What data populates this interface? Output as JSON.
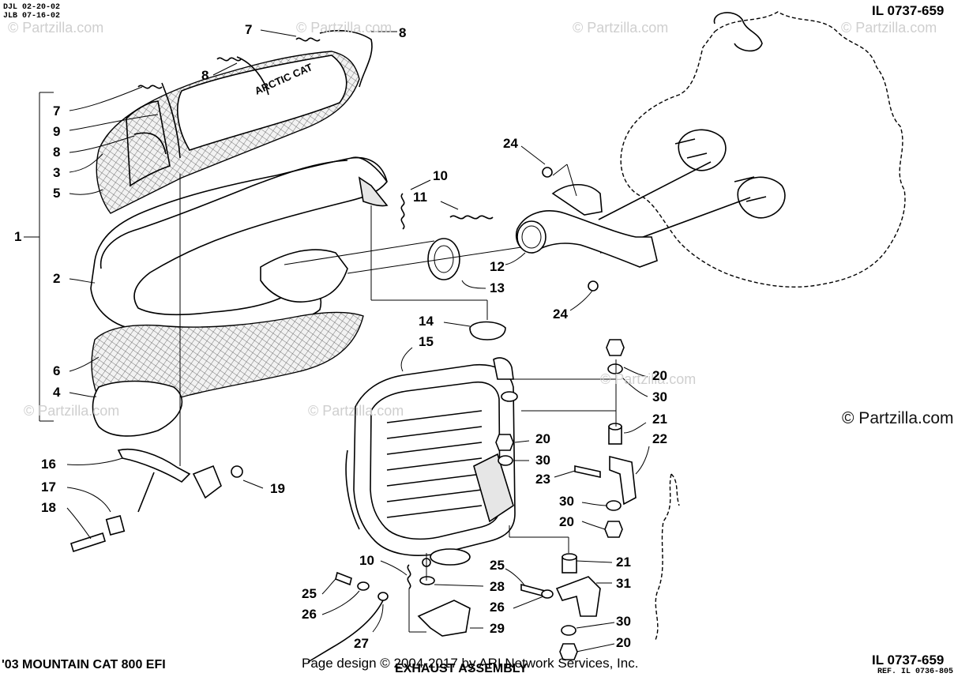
{
  "header": {
    "revision_1": "DJL 02-20-02",
    "revision_2": "JLB 07-16-02",
    "illustration_id_top": "IL 0737-659",
    "illustration_id_bottom": "IL 0737-659",
    "ref": "REF. IL 0736-805"
  },
  "footer": {
    "model": "'03 MOUNTAIN CAT 800 EFI",
    "title": "EXHAUST ASSEMBLY",
    "copyright": "Page design © 2004-2017 by ARI Network Services, Inc."
  },
  "watermark": {
    "text": "© Partzilla.com",
    "corner_text": "© Partzilla.com"
  },
  "muffler_text": "ARCTIC CAT",
  "callouts": [
    {
      "id": "c-7-top",
      "text": "7"
    },
    {
      "id": "c-8-top",
      "text": "8"
    },
    {
      "id": "c-8-mid",
      "text": "8"
    },
    {
      "id": "c-7-left",
      "text": "7"
    },
    {
      "id": "c-9",
      "text": "9"
    },
    {
      "id": "c-8-left",
      "text": "8"
    },
    {
      "id": "c-3",
      "text": "3"
    },
    {
      "id": "c-5",
      "text": "5"
    },
    {
      "id": "c-1",
      "text": "1"
    },
    {
      "id": "c-2",
      "text": "2"
    },
    {
      "id": "c-6",
      "text": "6"
    },
    {
      "id": "c-4",
      "text": "4"
    },
    {
      "id": "c-16",
      "text": "16"
    },
    {
      "id": "c-17",
      "text": "17"
    },
    {
      "id": "c-18",
      "text": "18"
    },
    {
      "id": "c-19",
      "text": "19"
    },
    {
      "id": "c-10-top",
      "text": "10"
    },
    {
      "id": "c-11",
      "text": "11"
    },
    {
      "id": "c-12",
      "text": "12"
    },
    {
      "id": "c-13",
      "text": "13"
    },
    {
      "id": "c-24-top",
      "text": "24"
    },
    {
      "id": "c-24-bot",
      "text": "24"
    },
    {
      "id": "c-14",
      "text": "14"
    },
    {
      "id": "c-15",
      "text": "15"
    },
    {
      "id": "c-20-a",
      "text": "20"
    },
    {
      "id": "c-30-a",
      "text": "30"
    },
    {
      "id": "c-21-a",
      "text": "21"
    },
    {
      "id": "c-22",
      "text": "22"
    },
    {
      "id": "c-20-b",
      "text": "20"
    },
    {
      "id": "c-30-b",
      "text": "30"
    },
    {
      "id": "c-23",
      "text": "23"
    },
    {
      "id": "c-30-c",
      "text": "30"
    },
    {
      "id": "c-20-c",
      "text": "20"
    },
    {
      "id": "c-21-b",
      "text": "21"
    },
    {
      "id": "c-31",
      "text": "31"
    },
    {
      "id": "c-25-a",
      "text": "25"
    },
    {
      "id": "c-26-a",
      "text": "26"
    },
    {
      "id": "c-30-d",
      "text": "30"
    },
    {
      "id": "c-20-d",
      "text": "20"
    },
    {
      "id": "c-10-bot",
      "text": "10"
    },
    {
      "id": "c-28",
      "text": "28"
    },
    {
      "id": "c-29",
      "text": "29"
    },
    {
      "id": "c-25-b",
      "text": "25"
    },
    {
      "id": "c-26-b",
      "text": "26"
    },
    {
      "id": "c-27",
      "text": "27"
    }
  ]
}
